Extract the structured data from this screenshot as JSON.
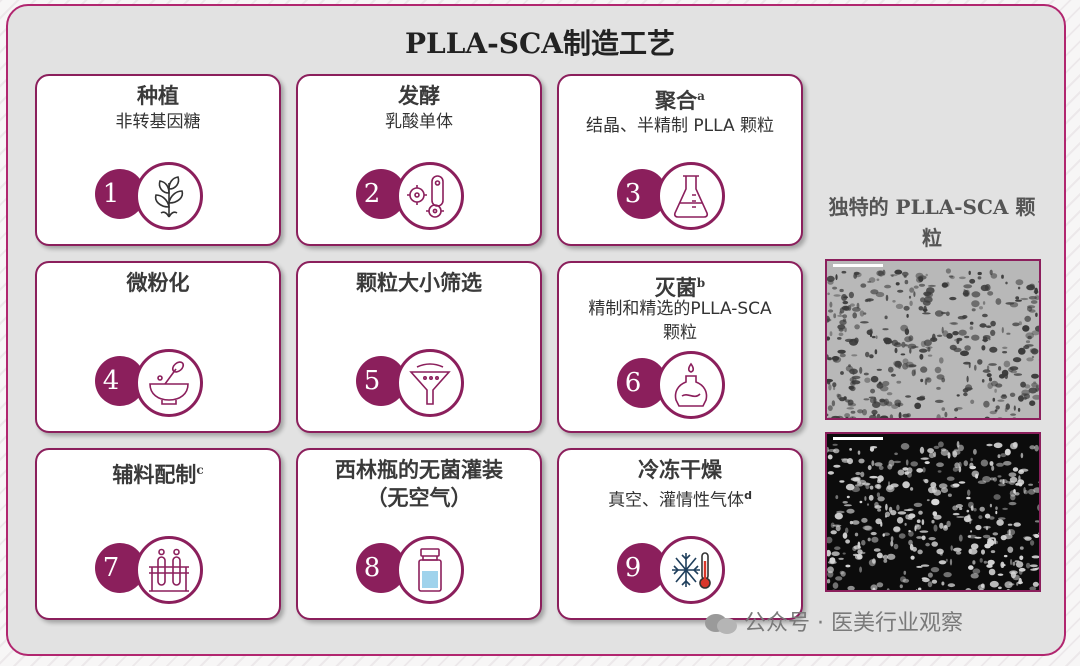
{
  "title": "PLLA-SCA制造工艺",
  "accent_color": "#8b1f5c",
  "steps": [
    {
      "num": "1",
      "title": "种植",
      "sup": "",
      "subtitle": "非转基因糖",
      "icon": "plant-icon"
    },
    {
      "num": "2",
      "title": "发酵",
      "sup": "",
      "subtitle": "乳酸单体",
      "icon": "bacteria-icon"
    },
    {
      "num": "3",
      "title": "聚合",
      "sup": "a",
      "subtitle": "结晶、半精制 PLLA 颗粒",
      "icon": "flask-icon"
    },
    {
      "num": "4",
      "title": "微粉化",
      "sup": "",
      "subtitle": "",
      "icon": "mortar-pestle-icon"
    },
    {
      "num": "5",
      "title": "颗粒大小筛选",
      "sup": "",
      "subtitle": "",
      "icon": "funnel-icon"
    },
    {
      "num": "6",
      "title": "灭菌",
      "sup": "b",
      "subtitle": "精制和精选的PLLA-SCA颗粒",
      "icon": "sterilization-flask-icon"
    },
    {
      "num": "7",
      "title": "辅料配制",
      "sup": "c",
      "subtitle": "",
      "icon": "test-tube-rack-icon"
    },
    {
      "num": "8",
      "title": "西林瓶的无菌灌装（无空气）",
      "sup": "",
      "subtitle": "",
      "icon": "vial-icon"
    },
    {
      "num": "9",
      "title": "冷冻干燥",
      "sup": "",
      "subtitle": "真空、灌情性气体",
      "sup2": "d",
      "icon": "snowflake-thermometer-icon"
    }
  ],
  "side": {
    "label": "独特的 PLLA-SCA 颗粒",
    "images": [
      "brightfield-micrograph",
      "darkfield-micrograph"
    ]
  },
  "watermark": "公众号 · 医美行业观察"
}
